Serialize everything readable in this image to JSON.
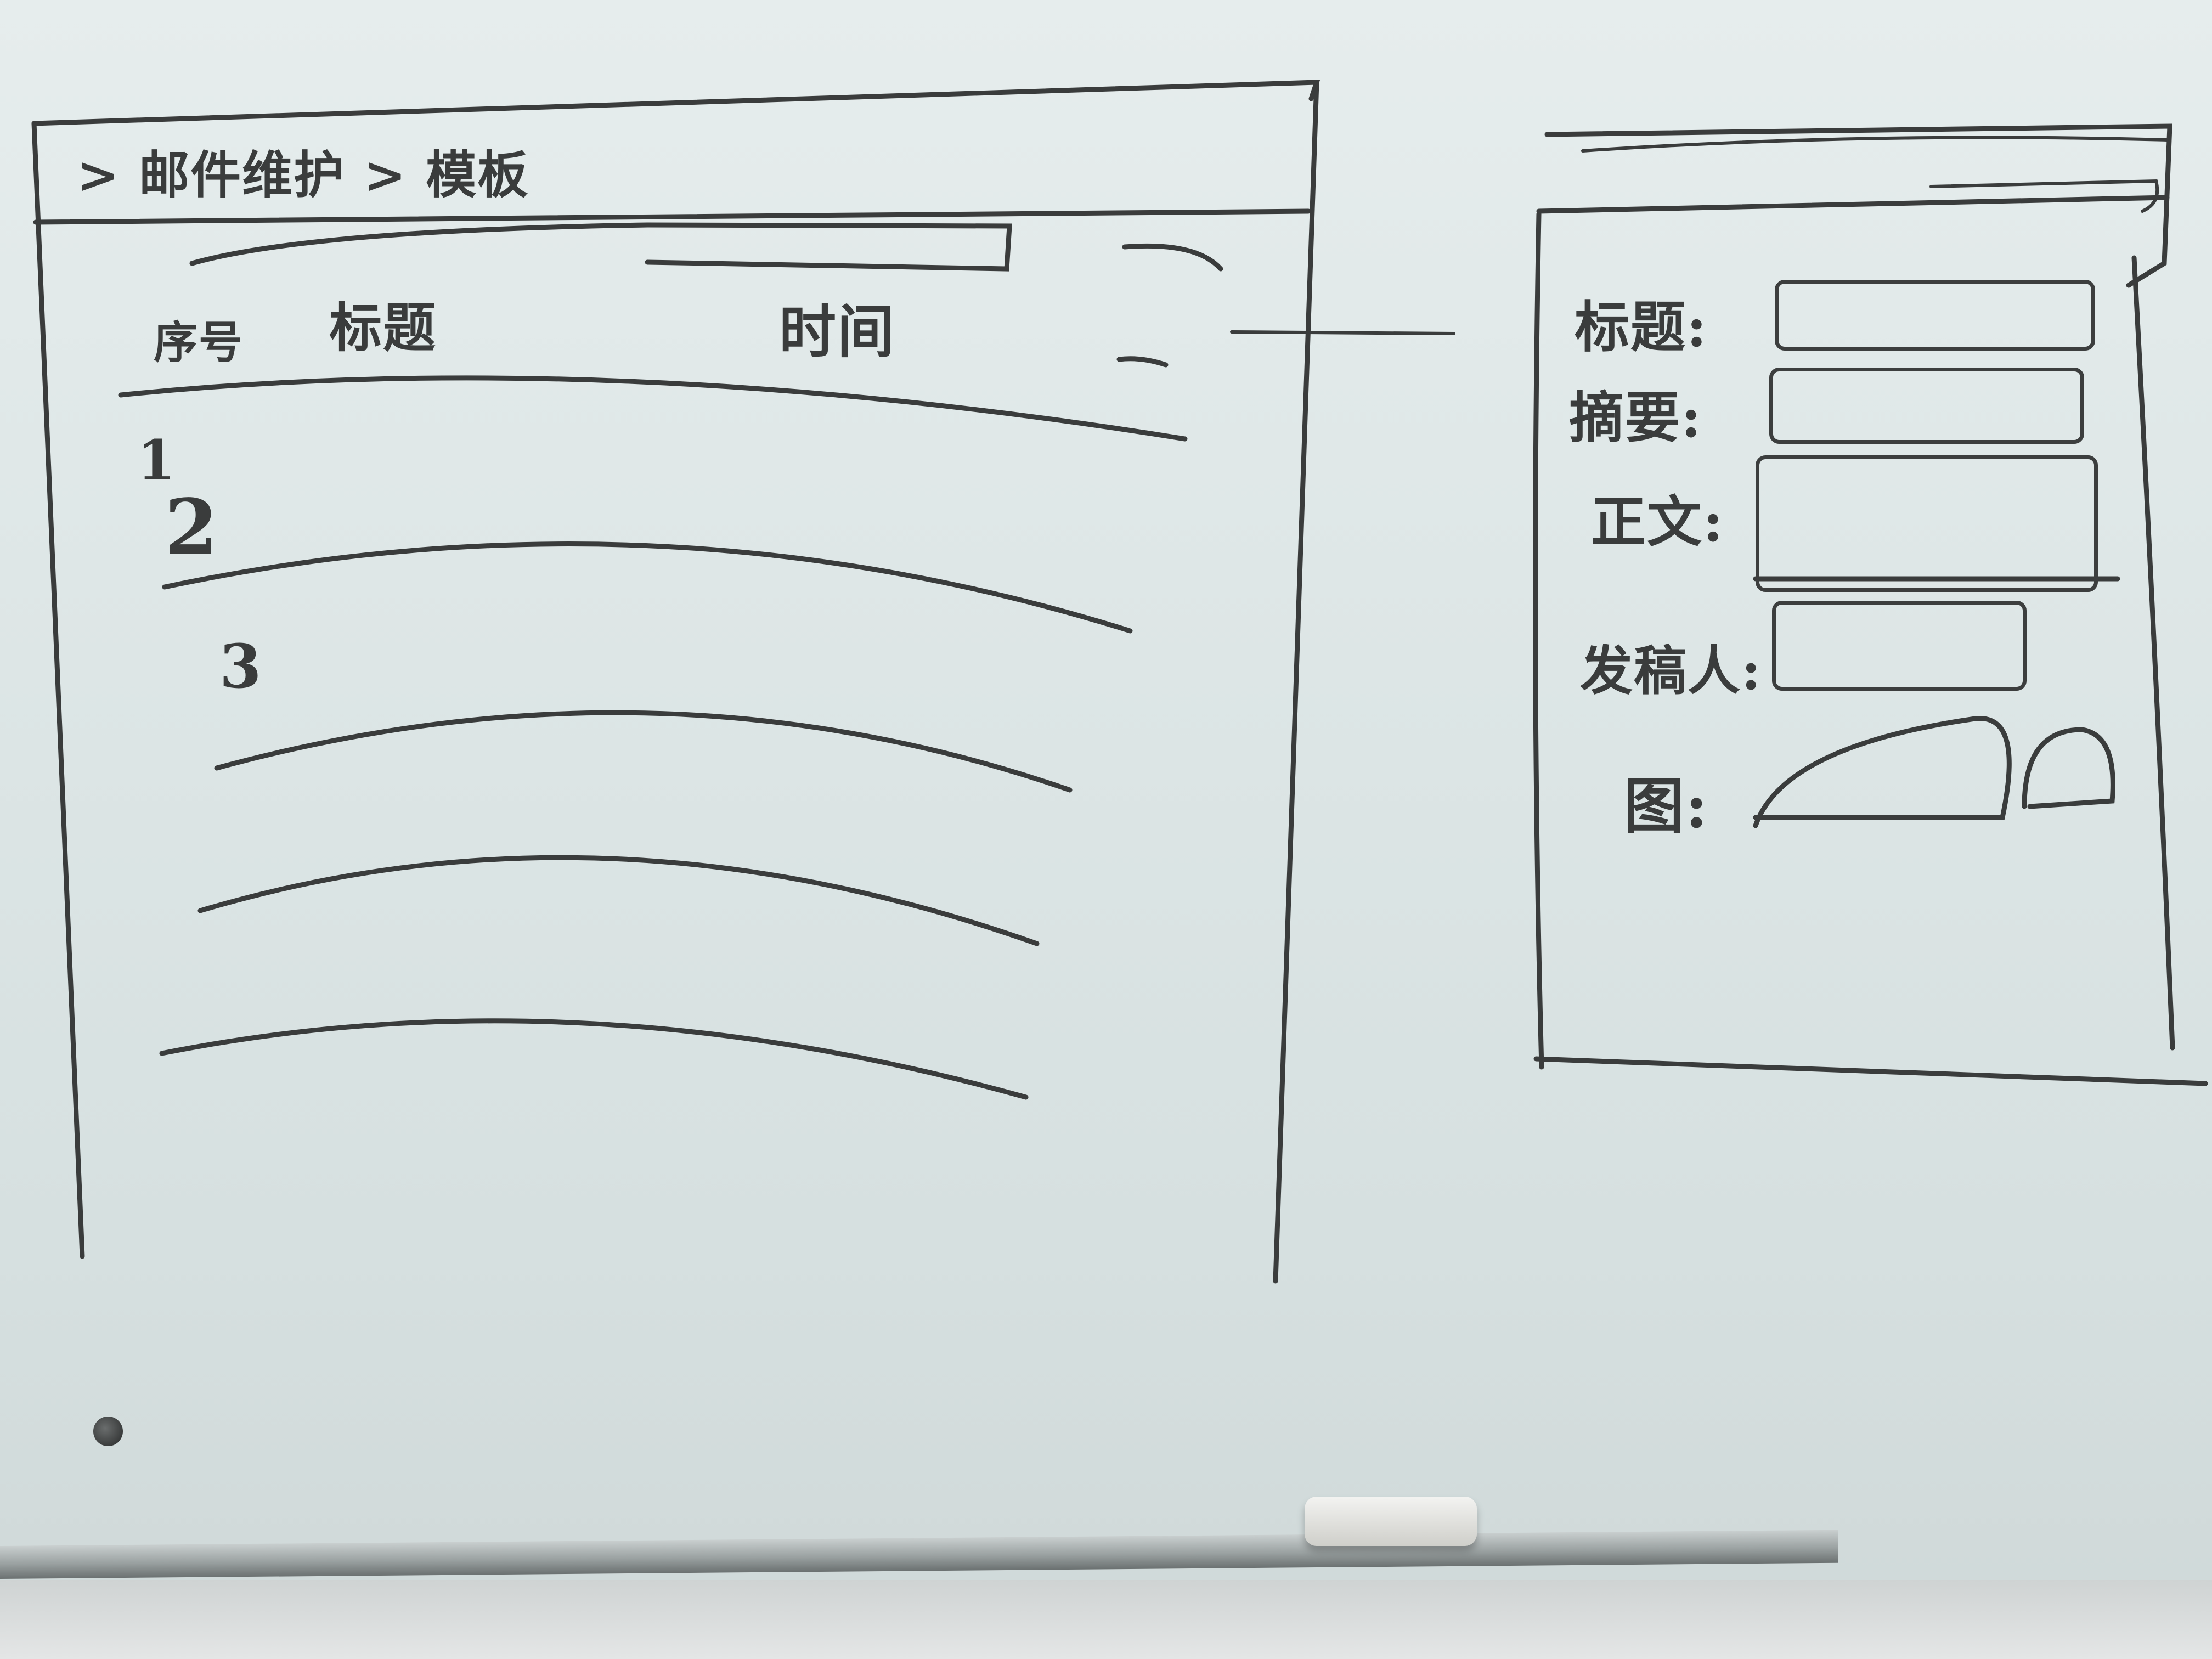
{
  "list_screen": {
    "breadcrumb": "> 邮件维护 > 模板",
    "columns": [
      "序号",
      "标题",
      "时间"
    ],
    "rows": [
      "1",
      "2",
      "3"
    ]
  },
  "detail_form": {
    "fields": [
      {
        "label": "标题:",
        "value": ""
      },
      {
        "label": "摘要:",
        "value": ""
      },
      {
        "label": "正文:",
        "value": ""
      },
      {
        "label": "发稿人:",
        "value": ""
      },
      {
        "label": "图:",
        "value": ""
      }
    ]
  },
  "ink_color": "#3a3c3c"
}
